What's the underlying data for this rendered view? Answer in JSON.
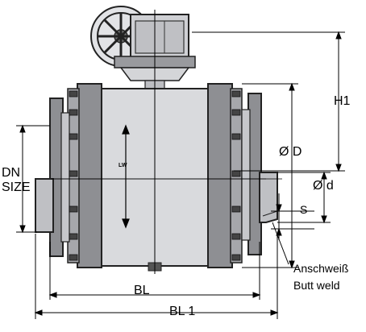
{
  "labels": {
    "h1": "H1",
    "od": "Ø D",
    "small_d": "Ø d",
    "s": "S",
    "dn": "DN",
    "size": "SIZE",
    "lw": "LW",
    "bl": "BL",
    "bl1": "BL 1",
    "anschweiss": "Anschweiß",
    "butt_weld": "Butt weld"
  },
  "colors": {
    "body": "#d9dadd",
    "flange": "#8e8f93",
    "outline": "#2a2a2a",
    "dim_line": "#000000"
  }
}
